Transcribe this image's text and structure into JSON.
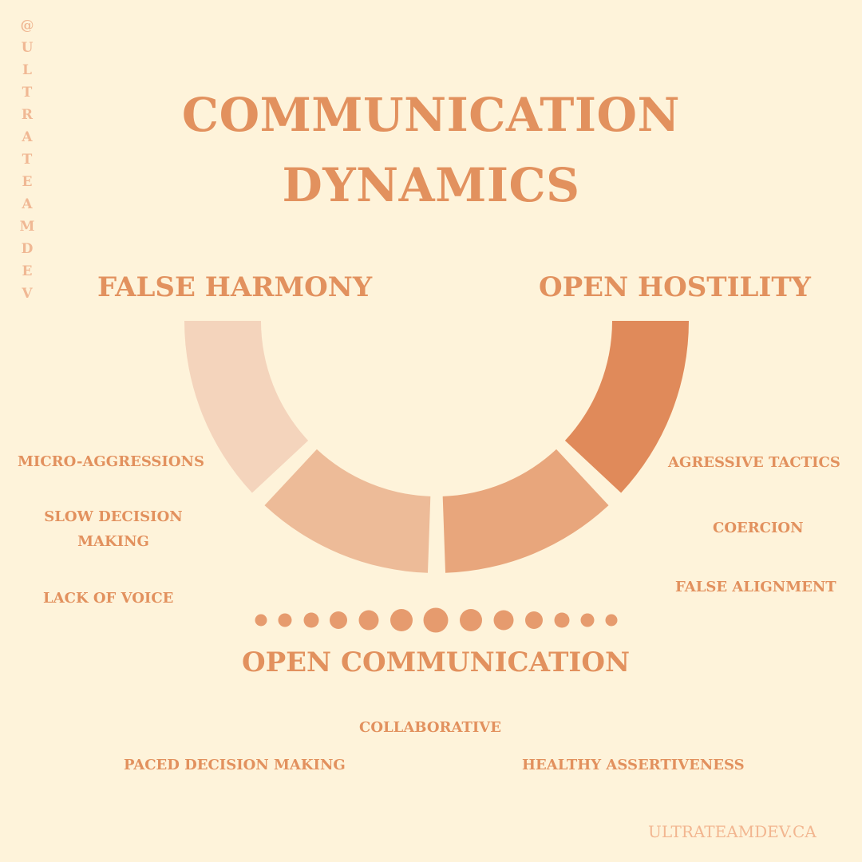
{
  "handle": "@ULTRATEAMDEV",
  "title": {
    "line1": "COMMUNICATION",
    "line2": "DYNAMICS"
  },
  "categories": {
    "left": "FALSE HARMONY",
    "right": "OPEN HOSTILITY",
    "bottom": "OPEN COMMUNICATION"
  },
  "left_items": [
    "MICRO-AGGRESSIONS",
    "SLOW DECISION\nMAKING",
    "LACK OF VOICE"
  ],
  "right_items": [
    "AGRESSIVE TACTICS",
    "COERCION",
    "FALSE ALIGNMENT"
  ],
  "bottom_items": [
    "COLLABORATIVE",
    "PACED DECISION MAKING",
    "HEALTHY ASSERTIVENESS"
  ],
  "arc_segment_colors": [
    "#f4d4bc",
    "#edbb98",
    "#e8a67c",
    "#e08a5a"
  ],
  "dot_color": "#e69b6e",
  "footer": "ULTRATEAMDEV.CA",
  "colors": {
    "background": "#fef3da",
    "text": "#e2915e"
  }
}
